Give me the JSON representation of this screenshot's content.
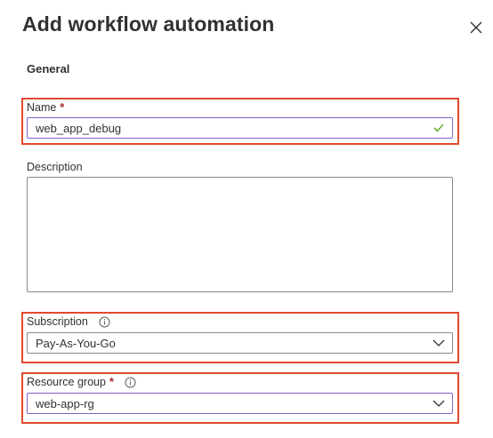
{
  "header": {
    "title": "Add workflow automation",
    "close_icon": "close-icon"
  },
  "general": {
    "heading": "General"
  },
  "name_field": {
    "label": "Name",
    "required_mark": "*",
    "value": "web_app_debug",
    "status_icon": "checkmark-icon"
  },
  "description_field": {
    "label": "Description",
    "value": ""
  },
  "subscription_field": {
    "label": "Subscription",
    "info_icon": "info-icon",
    "value": "Pay-As-You-Go",
    "dropdown_icon": "chevron-down-icon"
  },
  "resource_group_field": {
    "label": "Resource group",
    "required_mark": "*",
    "info_icon": "info-icon",
    "value": "web-app-rg",
    "dropdown_icon": "chevron-down-icon"
  },
  "colors": {
    "highlight_border": "#e04a2f",
    "required": "#a4262c",
    "focus_border": "#8661c5",
    "valid_check": "#57a300"
  }
}
